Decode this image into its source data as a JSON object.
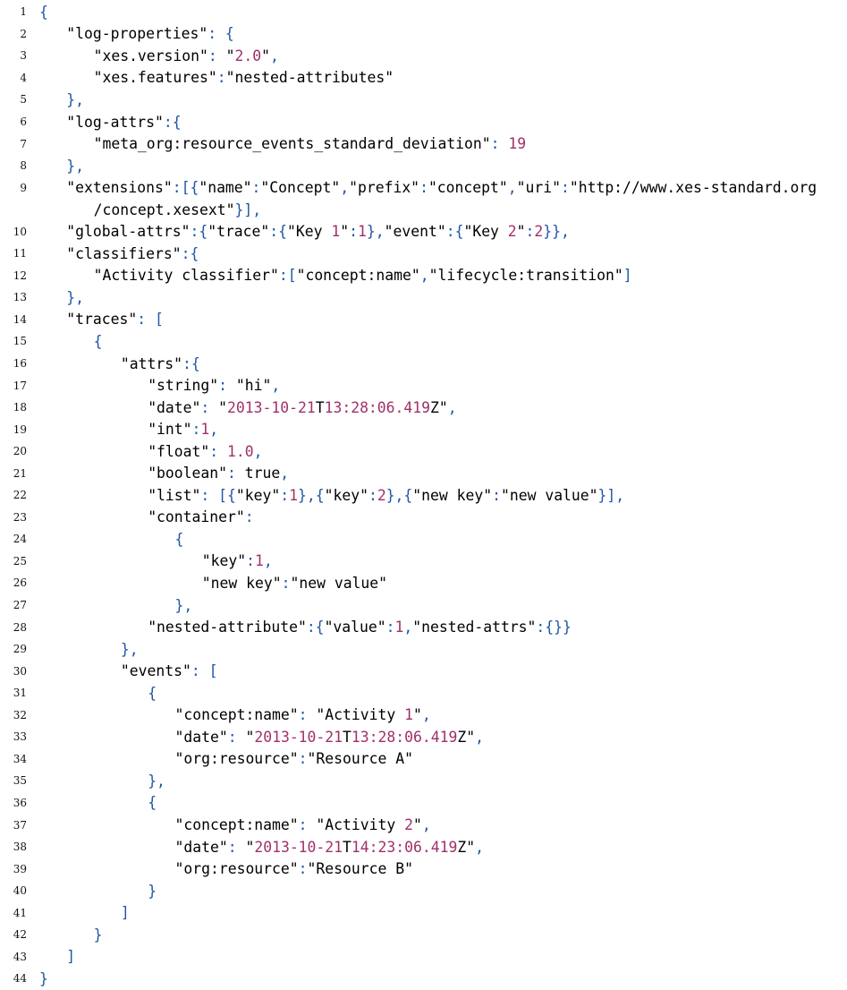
{
  "code": {
    "lines": [
      {
        "n": "1",
        "indent": 0,
        "segs": [
          [
            "p",
            "{"
          ]
        ]
      },
      {
        "n": "2",
        "indent": 1,
        "segs": [
          [
            "s",
            "\"log-properties\""
          ],
          [
            "p",
            ": {"
          ]
        ]
      },
      {
        "n": "3",
        "indent": 2,
        "segs": [
          [
            "s",
            "\"xes.version\""
          ],
          [
            "p",
            ": "
          ],
          [
            "s",
            "\""
          ],
          [
            "n",
            "2.0"
          ],
          [
            "s",
            "\""
          ],
          [
            "p",
            ","
          ]
        ]
      },
      {
        "n": "4",
        "indent": 2,
        "segs": [
          [
            "s",
            "\"xes.features\""
          ],
          [
            "p",
            ":"
          ],
          [
            "s",
            "\"nested-attributes\""
          ]
        ]
      },
      {
        "n": "5",
        "indent": 1,
        "segs": [
          [
            "p",
            "},"
          ]
        ]
      },
      {
        "n": "6",
        "indent": 1,
        "segs": [
          [
            "s",
            "\"log-attrs\""
          ],
          [
            "p",
            ":{"
          ]
        ]
      },
      {
        "n": "7",
        "indent": 2,
        "segs": [
          [
            "s",
            "\"meta_org:resource_events_standard_deviation\""
          ],
          [
            "p",
            ": "
          ],
          [
            "n",
            "19"
          ]
        ]
      },
      {
        "n": "8",
        "indent": 1,
        "segs": [
          [
            "p",
            "},"
          ]
        ]
      },
      {
        "n": "9",
        "indent": 1,
        "segs": [
          [
            "s",
            "\"extensions\""
          ],
          [
            "p",
            ":[{"
          ],
          [
            "s",
            "\"name\""
          ],
          [
            "p",
            ":"
          ],
          [
            "s",
            "\"Concept\""
          ],
          [
            "p",
            ","
          ],
          [
            "s",
            "\"prefix\""
          ],
          [
            "p",
            ":"
          ],
          [
            "s",
            "\"concept\""
          ],
          [
            "p",
            ","
          ],
          [
            "s",
            "\"uri\""
          ],
          [
            "p",
            ":"
          ],
          [
            "s",
            "\"http://www.xes-standard.org"
          ]
        ]
      },
      {
        "n": "",
        "indent": 2,
        "segs": [
          [
            "s",
            "/concept.xesext\""
          ],
          [
            "p",
            "}],"
          ]
        ]
      },
      {
        "n": "10",
        "indent": 1,
        "segs": [
          [
            "s",
            "\"global-attrs\""
          ],
          [
            "p",
            ":{"
          ],
          [
            "s",
            "\"trace\""
          ],
          [
            "p",
            ":{"
          ],
          [
            "s",
            "\"Key "
          ],
          [
            "n",
            "1"
          ],
          [
            "s",
            "\""
          ],
          [
            "p",
            ":"
          ],
          [
            "n",
            "1"
          ],
          [
            "p",
            "},"
          ],
          [
            "s",
            "\"event\""
          ],
          [
            "p",
            ":{"
          ],
          [
            "s",
            "\"Key "
          ],
          [
            "n",
            "2"
          ],
          [
            "s",
            "\""
          ],
          [
            "p",
            ":"
          ],
          [
            "n",
            "2"
          ],
          [
            "p",
            "}},"
          ]
        ]
      },
      {
        "n": "11",
        "indent": 1,
        "segs": [
          [
            "s",
            "\"classifiers\""
          ],
          [
            "p",
            ":{"
          ]
        ]
      },
      {
        "n": "12",
        "indent": 2,
        "segs": [
          [
            "s",
            "\"Activity classifier\""
          ],
          [
            "p",
            ":["
          ],
          [
            "s",
            "\"concept:name\""
          ],
          [
            "p",
            ","
          ],
          [
            "s",
            "\"lifecycle:transition\""
          ],
          [
            "p",
            "]"
          ]
        ]
      },
      {
        "n": "13",
        "indent": 1,
        "segs": [
          [
            "p",
            "},"
          ]
        ]
      },
      {
        "n": "14",
        "indent": 1,
        "segs": [
          [
            "s",
            "\"traces\""
          ],
          [
            "p",
            ": ["
          ]
        ]
      },
      {
        "n": "15",
        "indent": 2,
        "segs": [
          [
            "p",
            "{"
          ]
        ]
      },
      {
        "n": "16",
        "indent": 3,
        "segs": [
          [
            "s",
            "\"attrs\""
          ],
          [
            "p",
            ":{"
          ]
        ]
      },
      {
        "n": "17",
        "indent": 4,
        "segs": [
          [
            "s",
            "\"string\""
          ],
          [
            "p",
            ": "
          ],
          [
            "s",
            "\"hi\""
          ],
          [
            "p",
            ","
          ]
        ]
      },
      {
        "n": "18",
        "indent": 4,
        "segs": [
          [
            "s",
            "\"date\""
          ],
          [
            "p",
            ": "
          ],
          [
            "s",
            "\""
          ],
          [
            "n",
            "2013-10-21"
          ],
          [
            "s",
            "T"
          ],
          [
            "n",
            "13:28:06.419"
          ],
          [
            "s",
            "Z\""
          ],
          [
            "p",
            ","
          ]
        ]
      },
      {
        "n": "19",
        "indent": 4,
        "segs": [
          [
            "s",
            "\"int\""
          ],
          [
            "p",
            ":"
          ],
          [
            "n",
            "1"
          ],
          [
            "p",
            ","
          ]
        ]
      },
      {
        "n": "20",
        "indent": 4,
        "segs": [
          [
            "s",
            "\"float\""
          ],
          [
            "p",
            ": "
          ],
          [
            "n",
            "1.0"
          ],
          [
            "p",
            ","
          ]
        ]
      },
      {
        "n": "21",
        "indent": 4,
        "segs": [
          [
            "s",
            "\"boolean\""
          ],
          [
            "p",
            ": "
          ],
          [
            "s",
            "true"
          ],
          [
            "p",
            ","
          ]
        ]
      },
      {
        "n": "22",
        "indent": 4,
        "segs": [
          [
            "s",
            "\"list\""
          ],
          [
            "p",
            ": [{"
          ],
          [
            "s",
            "\"key\""
          ],
          [
            "p",
            ":"
          ],
          [
            "n",
            "1"
          ],
          [
            "p",
            "},{"
          ],
          [
            "s",
            "\"key\""
          ],
          [
            "p",
            ":"
          ],
          [
            "n",
            "2"
          ],
          [
            "p",
            "},{"
          ],
          [
            "s",
            "\"new key\""
          ],
          [
            "p",
            ":"
          ],
          [
            "s",
            "\"new value\""
          ],
          [
            "p",
            "}],"
          ]
        ]
      },
      {
        "n": "23",
        "indent": 4,
        "segs": [
          [
            "s",
            "\"container\""
          ],
          [
            "p",
            ":"
          ]
        ]
      },
      {
        "n": "24",
        "indent": 5,
        "segs": [
          [
            "p",
            "{"
          ]
        ]
      },
      {
        "n": "25",
        "indent": 6,
        "segs": [
          [
            "s",
            "\"key\""
          ],
          [
            "p",
            ":"
          ],
          [
            "n",
            "1"
          ],
          [
            "p",
            ","
          ]
        ]
      },
      {
        "n": "26",
        "indent": 6,
        "segs": [
          [
            "s",
            "\"new key\""
          ],
          [
            "p",
            ":"
          ],
          [
            "s",
            "\"new value\""
          ]
        ]
      },
      {
        "n": "27",
        "indent": 5,
        "segs": [
          [
            "p",
            "},"
          ]
        ]
      },
      {
        "n": "28",
        "indent": 4,
        "segs": [
          [
            "s",
            "\"nested-attribute\""
          ],
          [
            "p",
            ":{"
          ],
          [
            "s",
            "\"value\""
          ],
          [
            "p",
            ":"
          ],
          [
            "n",
            "1"
          ],
          [
            "p",
            ","
          ],
          [
            "s",
            "\"nested-attrs\""
          ],
          [
            "p",
            ":{}}"
          ]
        ]
      },
      {
        "n": "29",
        "indent": 3,
        "segs": [
          [
            "p",
            "},"
          ]
        ]
      },
      {
        "n": "30",
        "indent": 3,
        "segs": [
          [
            "s",
            "\"events\""
          ],
          [
            "p",
            ": ["
          ]
        ]
      },
      {
        "n": "31",
        "indent": 4,
        "segs": [
          [
            "p",
            "{"
          ]
        ]
      },
      {
        "n": "32",
        "indent": 5,
        "segs": [
          [
            "s",
            "\"concept:name\""
          ],
          [
            "p",
            ": "
          ],
          [
            "s",
            "\"Activity "
          ],
          [
            "n",
            "1"
          ],
          [
            "s",
            "\""
          ],
          [
            "p",
            ","
          ]
        ]
      },
      {
        "n": "33",
        "indent": 5,
        "segs": [
          [
            "s",
            "\"date\""
          ],
          [
            "p",
            ": "
          ],
          [
            "s",
            "\""
          ],
          [
            "n",
            "2013-10-21"
          ],
          [
            "s",
            "T"
          ],
          [
            "n",
            "13:28:06.419"
          ],
          [
            "s",
            "Z\""
          ],
          [
            "p",
            ","
          ]
        ]
      },
      {
        "n": "34",
        "indent": 5,
        "segs": [
          [
            "s",
            "\"org:resource\""
          ],
          [
            "p",
            ":"
          ],
          [
            "s",
            "\"Resource A\""
          ]
        ]
      },
      {
        "n": "35",
        "indent": 4,
        "segs": [
          [
            "p",
            "},"
          ]
        ]
      },
      {
        "n": "36",
        "indent": 4,
        "segs": [
          [
            "p",
            "{"
          ]
        ]
      },
      {
        "n": "37",
        "indent": 5,
        "segs": [
          [
            "s",
            "\"concept:name\""
          ],
          [
            "p",
            ": "
          ],
          [
            "s",
            "\"Activity "
          ],
          [
            "n",
            "2"
          ],
          [
            "s",
            "\""
          ],
          [
            "p",
            ","
          ]
        ]
      },
      {
        "n": "38",
        "indent": 5,
        "segs": [
          [
            "s",
            "\"date\""
          ],
          [
            "p",
            ": "
          ],
          [
            "s",
            "\""
          ],
          [
            "n",
            "2013-10-21"
          ],
          [
            "s",
            "T"
          ],
          [
            "n",
            "14:23:06.419"
          ],
          [
            "s",
            "Z\""
          ],
          [
            "p",
            ","
          ]
        ]
      },
      {
        "n": "39",
        "indent": 5,
        "segs": [
          [
            "s",
            "\"org:resource\""
          ],
          [
            "p",
            ":"
          ],
          [
            "s",
            "\"Resource B\""
          ]
        ]
      },
      {
        "n": "40",
        "indent": 4,
        "segs": [
          [
            "p",
            "}"
          ]
        ]
      },
      {
        "n": "41",
        "indent": 3,
        "segs": [
          [
            "p",
            "]"
          ]
        ]
      },
      {
        "n": "42",
        "indent": 2,
        "segs": [
          [
            "p",
            "}"
          ]
        ]
      },
      {
        "n": "43",
        "indent": 1,
        "segs": [
          [
            "p",
            "]"
          ]
        ]
      },
      {
        "n": "44",
        "indent": 0,
        "segs": [
          [
            "p",
            "}"
          ]
        ]
      }
    ]
  },
  "colors": {
    "punctuation": "#1f56a6",
    "number": "#a0306a",
    "string": "#000000"
  }
}
